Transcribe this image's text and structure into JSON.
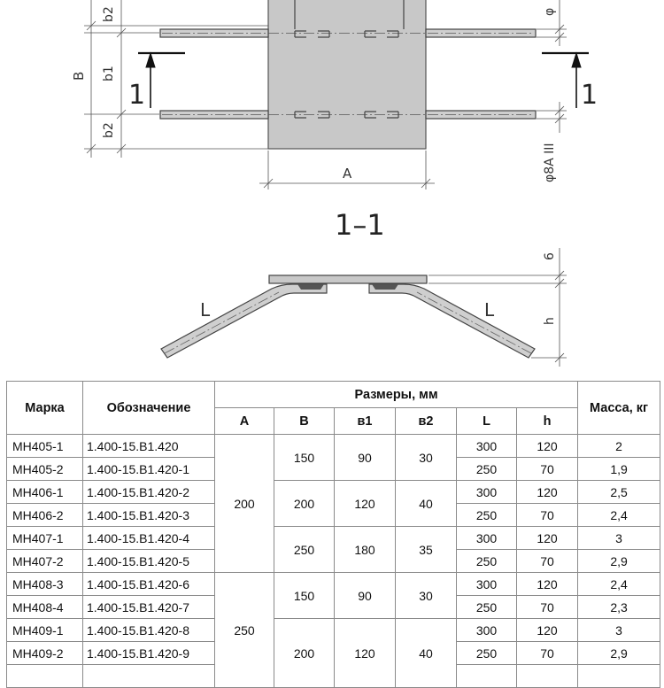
{
  "drawing": {
    "plan_labels": {
      "dim_b2_top": "b2",
      "dim_b1": "b1",
      "dim_b2_bottom": "b2",
      "dim_B": "B",
      "dim_A": "A",
      "rebar_top": "φ",
      "rebar_note": "φ8A III",
      "cut_mark_left": "1",
      "cut_mark_right": "1"
    },
    "section_title": "1–1",
    "section_labels": {
      "dim_6": "6",
      "dim_h": "h",
      "length_left": "L",
      "length_right": "L"
    }
  },
  "table": {
    "headers": {
      "marka": "Марка",
      "oboznachenie": "Обозначение",
      "razmery": "Размеры, мм",
      "massa": "Масса, кг",
      "A": "A",
      "B": "B",
      "b1": "в1",
      "b2": "в2",
      "L": "L",
      "h": "h"
    },
    "rows": [
      {
        "marka": "МН405-1",
        "oboz": "1.400-15.В1.420",
        "L": "300",
        "h": "120",
        "mass": "2"
      },
      {
        "marka": "МН405-2",
        "oboz": "1.400-15.В1.420-1",
        "L": "250",
        "h": "70",
        "mass": "1,9"
      },
      {
        "marka": "МН406-1",
        "oboz": "1.400-15.В1.420-2",
        "L": "300",
        "h": "120",
        "mass": "2,5"
      },
      {
        "marka": "МН406-2",
        "oboz": "1.400-15.В1.420-3",
        "L": "250",
        "h": "70",
        "mass": "2,4"
      },
      {
        "marka": "МН407-1",
        "oboz": "1.400-15.В1.420-4",
        "L": "300",
        "h": "120",
        "mass": "3"
      },
      {
        "marka": "МН407-2",
        "oboz": "1.400-15.В1.420-5",
        "L": "250",
        "h": "70",
        "mass": "2,9"
      },
      {
        "marka": "МН408-3",
        "oboz": "1.400-15.В1.420-6",
        "L": "300",
        "h": "120",
        "mass": "2,4"
      },
      {
        "marka": "МН408-4",
        "oboz": "1.400-15.В1.420-7",
        "L": "250",
        "h": "70",
        "mass": "2,3"
      },
      {
        "marka": "МН409-1",
        "oboz": "1.400-15.В1.420-8",
        "L": "300",
        "h": "120",
        "mass": "3"
      },
      {
        "marka": "МН409-2",
        "oboz": "1.400-15.В1.420-9",
        "L": "250",
        "h": "70",
        "mass": "2,9"
      }
    ],
    "groups_A": [
      "200",
      "250"
    ],
    "groups_Bb": [
      {
        "B": "150",
        "b1": "90",
        "b2": "30"
      },
      {
        "B": "200",
        "b1": "120",
        "b2": "40"
      },
      {
        "B": "250",
        "b1": "180",
        "b2": "35"
      },
      {
        "B": "150",
        "b1": "90",
        "b2": "30"
      },
      {
        "B": "200",
        "b1": "120",
        "b2": "40"
      }
    ]
  }
}
